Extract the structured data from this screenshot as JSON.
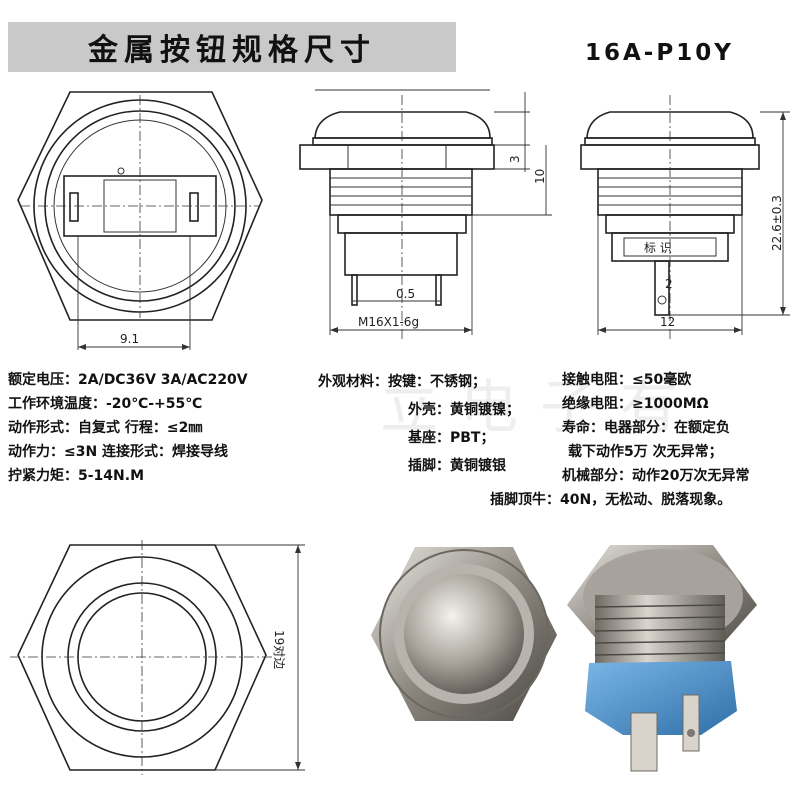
{
  "header": {
    "title": "金属按钮规格尺寸",
    "model": "16A-P10Y"
  },
  "dimensions": {
    "width_9_1": "9.1",
    "nut_3": "3",
    "height_10": "10",
    "total_22_6": "22.6±0.3",
    "pin_0_5": "0.5",
    "thread": "M16X1-6g",
    "pin_2": "2",
    "base_12": "12",
    "across_flats": "19对边",
    "label_mark": "标 识"
  },
  "specs_left": [
    "额定电压：2A/DC36V 3A/AC220V",
    "工作环境温度：-20℃-+55℃",
    "动作形式：自复式  行程：≤2㎜",
    "动作力：≤3N  连接形式：焊接导线",
    "拧紧力矩：5-14N.M"
  ],
  "specs_mid": [
    "外观材料：按键：不锈钢；",
    "外壳：黄铜镀镍；",
    "基座：PBT；",
    "插脚：黄铜镀银"
  ],
  "specs_right": [
    "接触电阻：≤50毫欧",
    "绝缘电阻：≥1000MΩ",
    "寿命：电器部分：在额定负",
    "载下动作5万 次无异常；",
    "机械部分：动作20万次无异常",
    "插脚顶牛：40N，无松动、脱落现象。"
  ],
  "watermark": "立电子有",
  "colors": {
    "title_bg": "#c9c9c9",
    "base_blue": "#4f8fc7",
    "metal": "#b9b6b1"
  }
}
